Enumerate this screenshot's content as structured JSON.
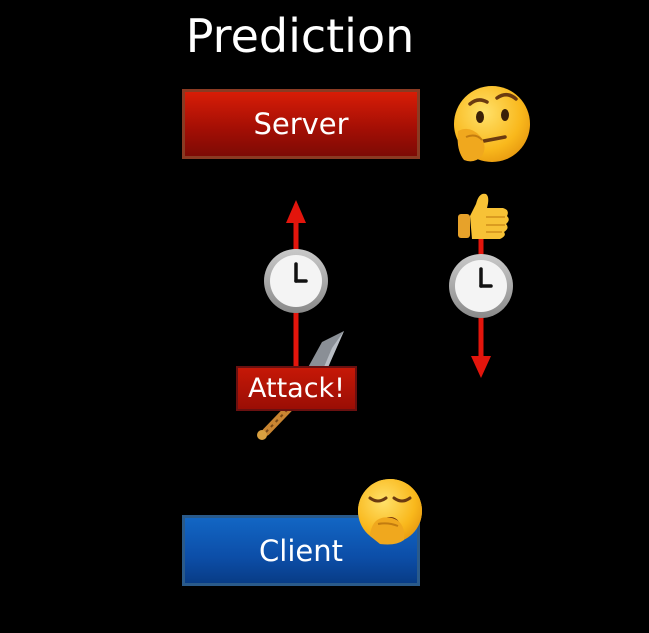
{
  "title": "Prediction",
  "server": {
    "label": "Server",
    "color": "#b8140a"
  },
  "client": {
    "label": "Client",
    "color": "#0e58b4"
  },
  "action": {
    "label": "Attack!",
    "color": "#b01408"
  },
  "icons": {
    "server_reaction": "thinking-face",
    "server_approval": "thumbs-up",
    "client_reaction": "yawning-face",
    "latency_up": "clock",
    "latency_down": "clock",
    "weapon": "sword"
  },
  "arrow_color": "#e3150c"
}
